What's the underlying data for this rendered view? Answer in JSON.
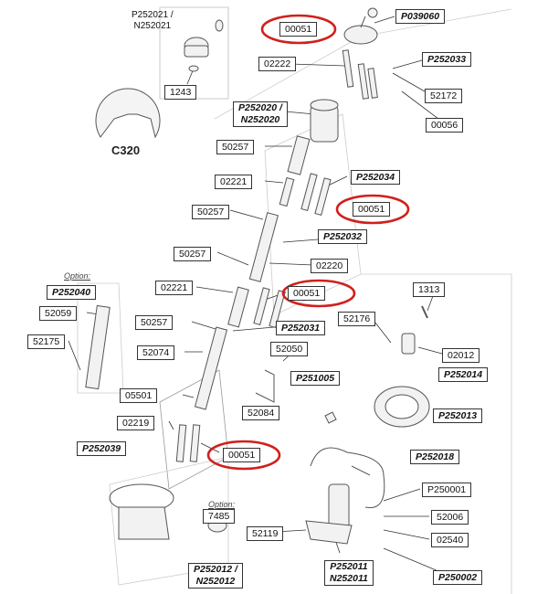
{
  "labels": {
    "p252021": "P252021 /",
    "n252021": "N252021",
    "l1243": "1243",
    "l00051a": "00051",
    "p039060": "P039060",
    "l02222": "02222",
    "p252033": "P252033",
    "l52172": "52172",
    "l00056": "00056",
    "p252020": "P252020 /",
    "n252020": "N252020",
    "c320": "C320",
    "l50257a": "50257",
    "l02221a": "02221",
    "p252034": "P252034",
    "l00051b": "00051",
    "l50257b": "50257",
    "p252032": "P252032",
    "l50257c": "50257",
    "l02220": "02220",
    "option1": "Option:",
    "p252040": "P252040",
    "l02221b": "02221",
    "l00051c": "00051",
    "l1313": "1313",
    "l52059": "52059",
    "l50257d": "50257",
    "p252031": "P252031",
    "l52176": "52176",
    "l52175": "52175",
    "l52074": "52074",
    "l52050": "52050",
    "l02012": "02012",
    "p252014": "P252014",
    "p251005": "P251005",
    "l05501": "05501",
    "l52084": "52084",
    "p252013": "P252013",
    "l02219": "02219",
    "p252039": "P252039",
    "l00051d": "00051",
    "p252018": "P252018",
    "p250001": "P250001",
    "option2": "Option:",
    "l7485": "7485",
    "l52006": "52006",
    "l52119": "52119",
    "l02540": "02540",
    "p252012": "P252012 /",
    "n252012": "N252012",
    "p252011": "P252011",
    "n252011": "N252011",
    "p250002": "P250002"
  },
  "colors": {
    "highlight": "#d0201c",
    "line": "#333333",
    "part": "#555555"
  }
}
